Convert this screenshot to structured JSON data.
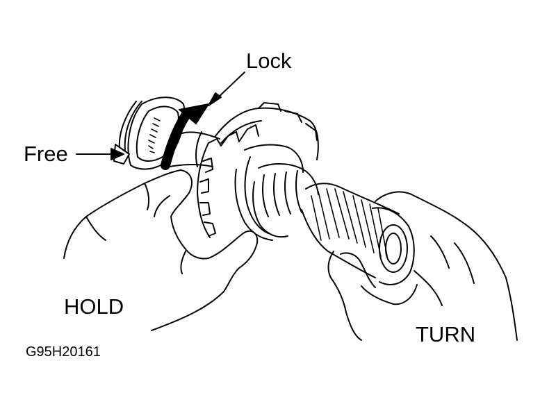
{
  "labels": {
    "lock": "Lock",
    "free": "Free",
    "hold": "HOLD",
    "turn": "TURN",
    "figure_code": "G95H20161"
  },
  "colors": {
    "ink": "#000000",
    "paper": "#ffffff"
  }
}
